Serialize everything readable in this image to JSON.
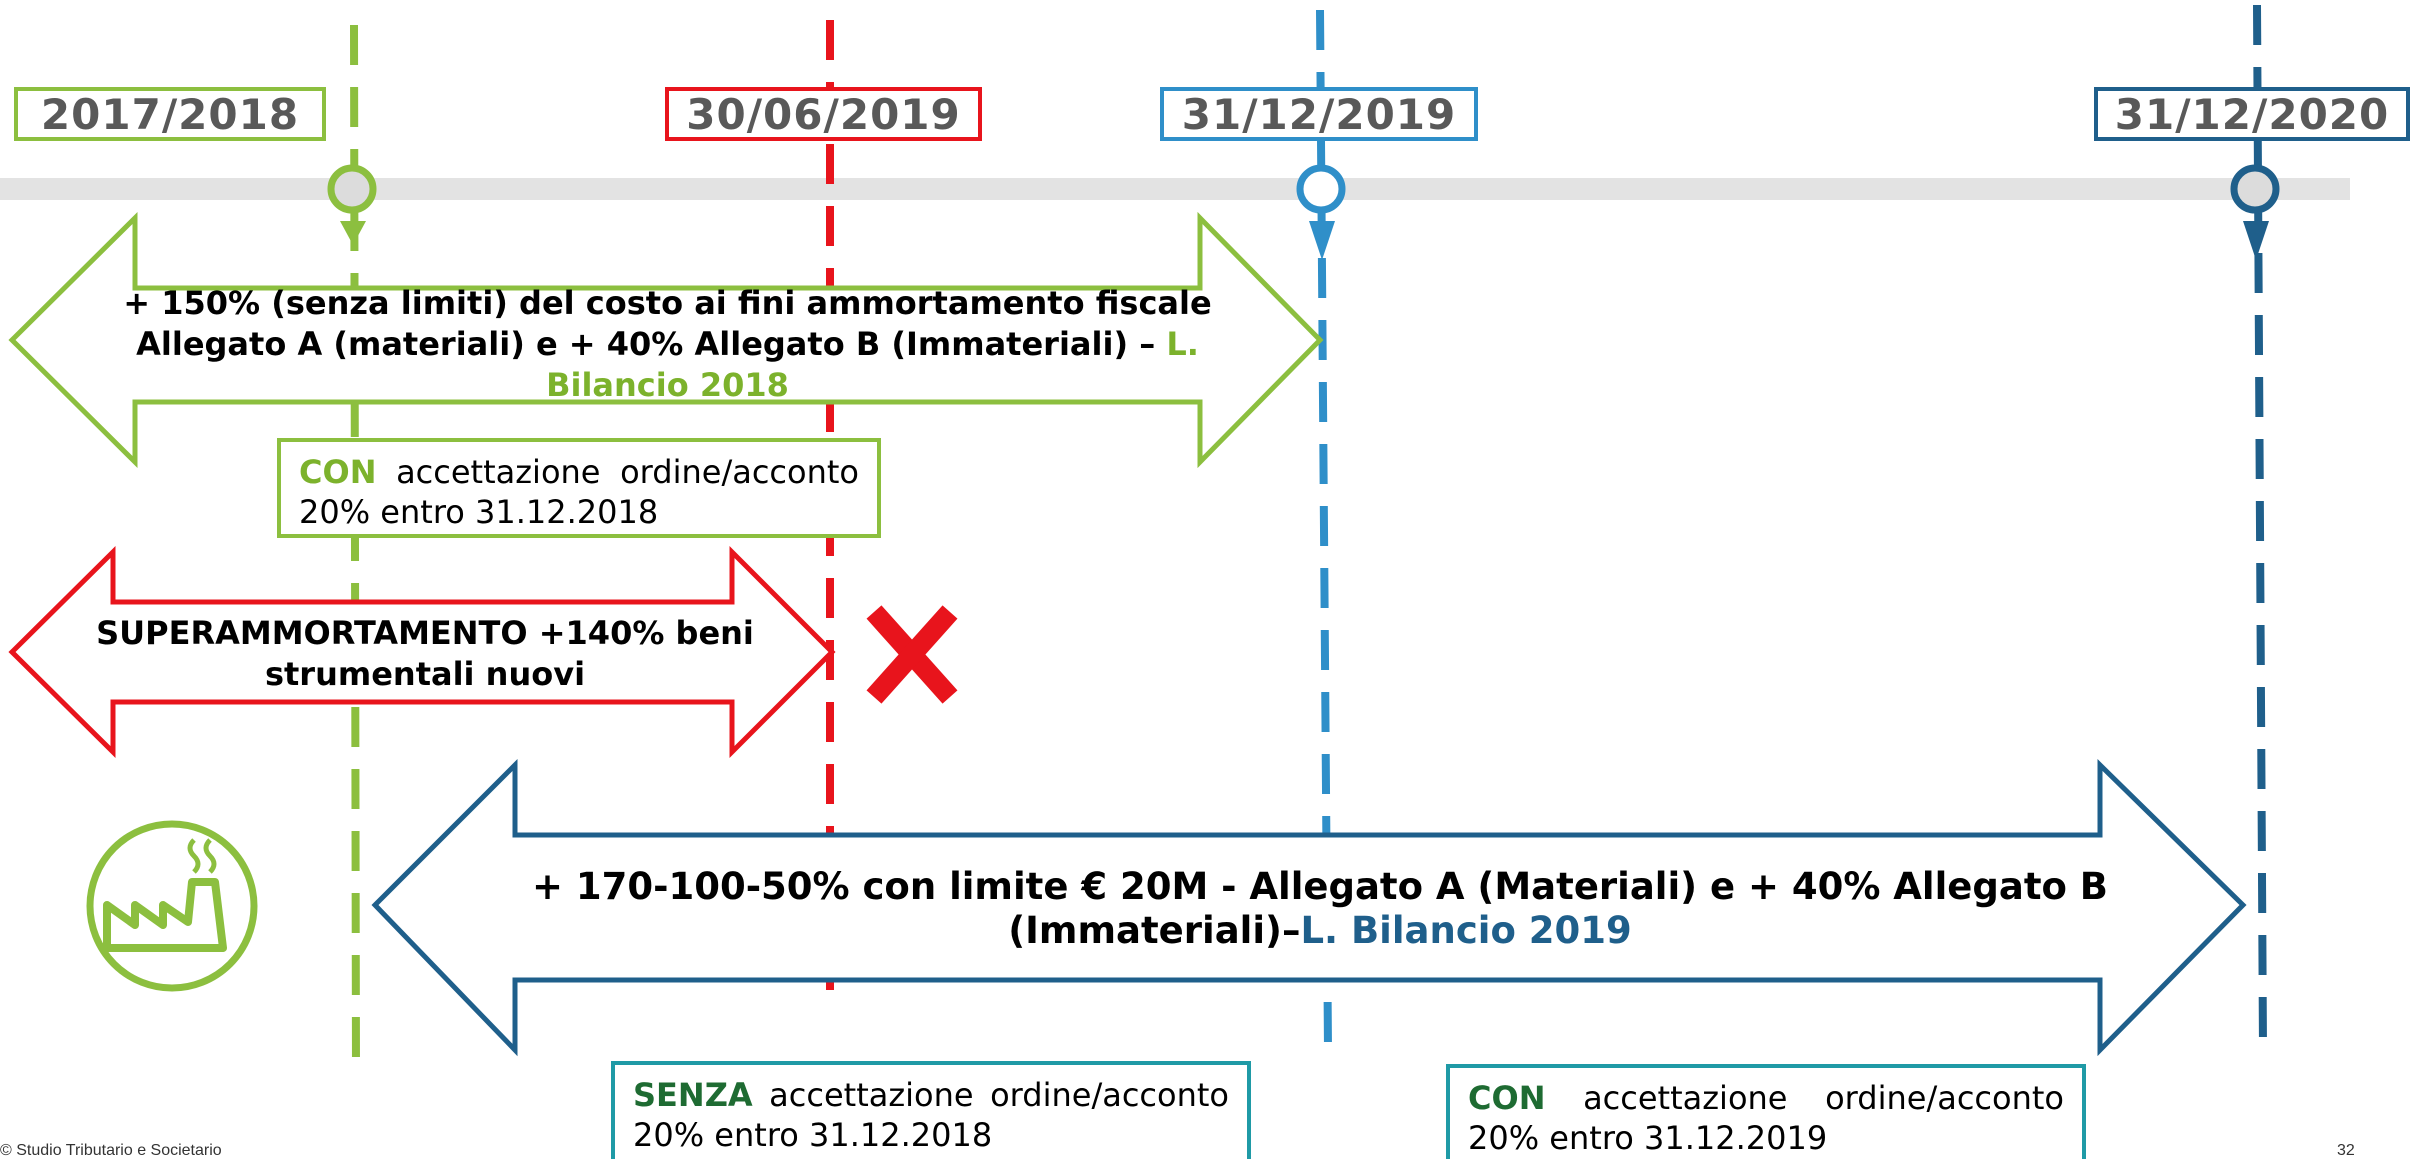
{
  "colors": {
    "green": "#8cbf3f",
    "red": "#e8141c",
    "light_blue": "#2f8fc9",
    "dark_blue": "#1f5f8b",
    "teal": "#1f9aa6",
    "timeline": "#e3e3e3"
  },
  "dates": {
    "d2017": "2017/2018",
    "d2019a": "30/06/2019",
    "d2019b": "31/12/2019",
    "d2020": "31/12/2020"
  },
  "arrows": {
    "green": {
      "text_main": "+ 150% (senza limiti) del costo ai fini ammortamento fiscale Allegato A (materiali) e + 40% Allegato B (Immateriali) – ",
      "text_highlight": "L. Bilancio 2018"
    },
    "red": {
      "text": "SUPERAMMORTAMENTO  +140% beni strumentali nuovi"
    },
    "blue": {
      "text_main": "+ 170-100-50% con limite € 20M - Allegato A (Materiali) e + 40% Allegato B (Immateriali)–",
      "text_highlight": "L. Bilancio 2019"
    }
  },
  "notes": {
    "con_2018": {
      "keyword": "CON",
      "text": " accettazione ordine/acconto 20% entro 31.12.2018"
    },
    "senza_2018": {
      "keyword": "SENZA",
      "text": " accettazione ordine/acconto 20% entro 31.12.2018"
    },
    "con_2019": {
      "keyword": "CON",
      "text": " accettazione ordine/acconto 20% entro 31.12.2019"
    }
  },
  "icons": {
    "factory": "factory-icon",
    "cross": "cross-icon"
  },
  "footer": {
    "copyright": "© Studio Tributario e Societario",
    "page": "32"
  }
}
